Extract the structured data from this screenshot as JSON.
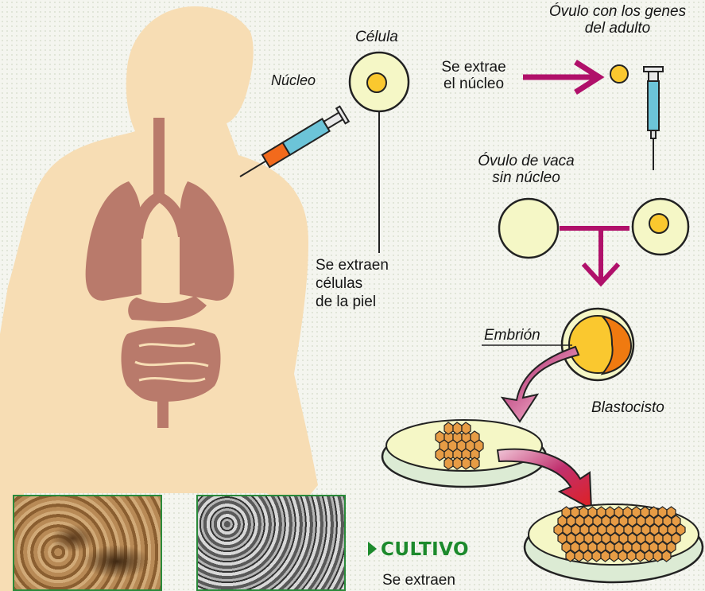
{
  "labels": {
    "celula": "Célula",
    "nucleo": "Núcleo",
    "extrae_nucleo": [
      "Se extrae",
      "el núcleo"
    ],
    "ovulo_genes": [
      "Óvulo con los genes",
      "del adulto"
    ],
    "ovulo_vaca": [
      "Óvulo de vaca",
      "sin núcleo"
    ],
    "extraen_celulas": [
      "Se extraen",
      "células",
      "de la piel"
    ],
    "embrion": "Embrión",
    "blastocisto": "Blastocisto",
    "cultivo": "CULTIVO",
    "cultivo_text": "Se extraen"
  },
  "colors": {
    "skin": "#f7ddb4",
    "organs": "#b97a6b",
    "arrow": "#b0106a",
    "cell_fill": "#f5f7c6",
    "cell_stroke": "#222222",
    "nucleus": "#fac82f",
    "accent_green": "#1c8a2c"
  },
  "icons": [
    "syringe-icon",
    "syringe-vertical-icon",
    "cell-icon",
    "arrow-icon",
    "petri-dish-icon"
  ]
}
